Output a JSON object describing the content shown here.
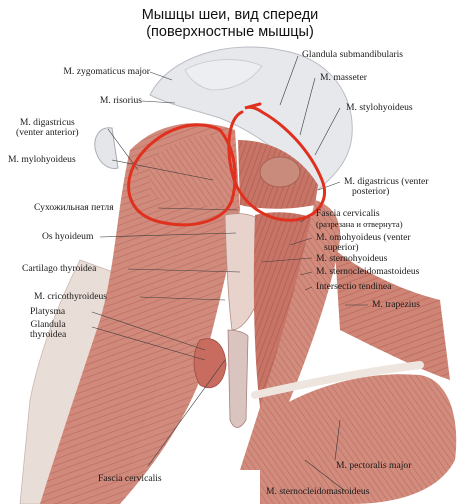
{
  "title": {
    "line1": "Мышцы шеи, вид спереди",
    "line2": "(поверхностные мышцы)"
  },
  "labels": {
    "left": {
      "zygomaticus": "M. zygomaticus major",
      "risorius": "M. risorius",
      "digastricus_anterior_1": "M. digastricus",
      "digastricus_anterior_2": "(venter anterior)",
      "mylohyoideus": "M. mylohyoideus",
      "tendon_loop": "Сухожильная петля",
      "os_hyoideum": "Os hyoideum",
      "cartilago": "Cartilago thyroidea",
      "cricothyroideus": "M. cricothyroideus",
      "platysma": "Platysma",
      "glandula_thyroidea_1": "Glandula",
      "glandula_thyroidea_2": "thyroidea",
      "fascia_bottom": "Fascia cervicalis"
    },
    "right": {
      "glandula_submandibularis": "Glandula submandibularis",
      "masseter": "M. masseter",
      "stylohyoideus": "M. stylohyoideus",
      "digastricus_posterior_1": "M. digastricus (venter",
      "digastricus_posterior_2": "posterior)",
      "fascia_cervicalis_1": "Fascia cervicalis",
      "fascia_cervicalis_2": "(разрезана и отвернута)",
      "omohyoideus_1": "M. omohyoideus (venter",
      "omohyoideus_2": "superior)",
      "sternohyoideus": "M. sternohyoideus",
      "sternocleidomastoideus": "M. sternocleidomastoideus",
      "intersectio": "Intersectio tendinea",
      "trapezius": "M. trapezius",
      "pectoralis": "M. pectoralis major",
      "sternocleidomastoideus_bottom": "M. sternocleidomastoideus"
    }
  },
  "colors": {
    "muscle": "#c9776b",
    "muscle_light": "#e2a893",
    "skin": "#e3e5ea",
    "annotation": "#e0301e"
  }
}
